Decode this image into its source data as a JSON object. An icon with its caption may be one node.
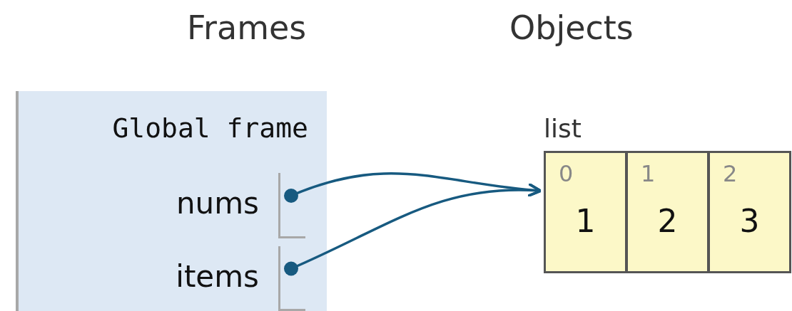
{
  "diagram": {
    "nodes": [
      {
        "text": [
          "Global frame"
        ]
      },
      {
        "text": [
          "nums"
        ],
        "in": 0
      },
      {
        "text": [
          "items"
        ],
        "in": 0
      },
      {
        "text": [
          "list"
        ]
      },
      {
        "text": [
          "0",
          "1"
        ],
        "in": 3
      },
      {
        "text": [
          "1",
          "2"
        ],
        "in": 3
      },
      {
        "text": [
          "2",
          "3"
        ],
        "in": 3
      }
    ],
    "edges": [
      {
        "from": 1,
        "to": 3,
        "arrow": "to"
      },
      {
        "from": 2,
        "to": 3,
        "arrow": "to"
      }
    ],
    "labels": [
      "Frames",
      "Objects"
    ]
  }
}
